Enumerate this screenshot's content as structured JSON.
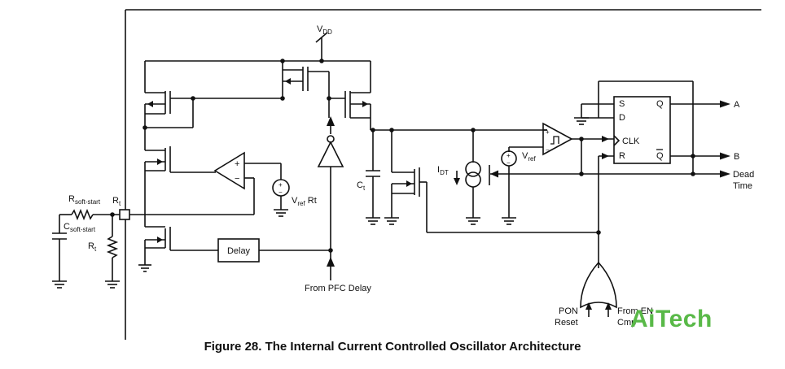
{
  "figure": {
    "caption": "Figure 28. The Internal Current Controlled Oscillator Architecture"
  },
  "labels": {
    "vdd": "V",
    "vdd_sub": "DD",
    "r_soft_start": "R",
    "r_soft_start_sub": "soft-start",
    "c_soft_start": "C",
    "c_soft_start_sub": "soft-start",
    "rt_pin": "R",
    "rt_pin_sub": "t",
    "rt_resistor": "R",
    "rt_resistor_sub": "t",
    "vref_rt": "V",
    "vref_rt_sub": "ref",
    "vref_rt_suffix": " Rt",
    "delay": "Delay",
    "from_pfc_delay": "From PFC Delay",
    "ct": "C",
    "ct_sub": "t",
    "idt": "I",
    "idt_sub": "DT",
    "vref_comp": "V",
    "vref_comp_sub": "ref",
    "ff_s": "S",
    "ff_d": "D",
    "ff_clk": "CLK",
    "ff_r": "R",
    "ff_q": "Q",
    "ff_qbar": "Q",
    "out_a": "A",
    "out_b": "B",
    "dead_time_1": "Dead",
    "dead_time_2": "Time",
    "pon_1": "PON",
    "pon_2": "Reset",
    "from_en_1": "From EN",
    "from_en_2": "Cmp",
    "plus": "+",
    "minus": "−"
  },
  "watermark": "AiTech"
}
